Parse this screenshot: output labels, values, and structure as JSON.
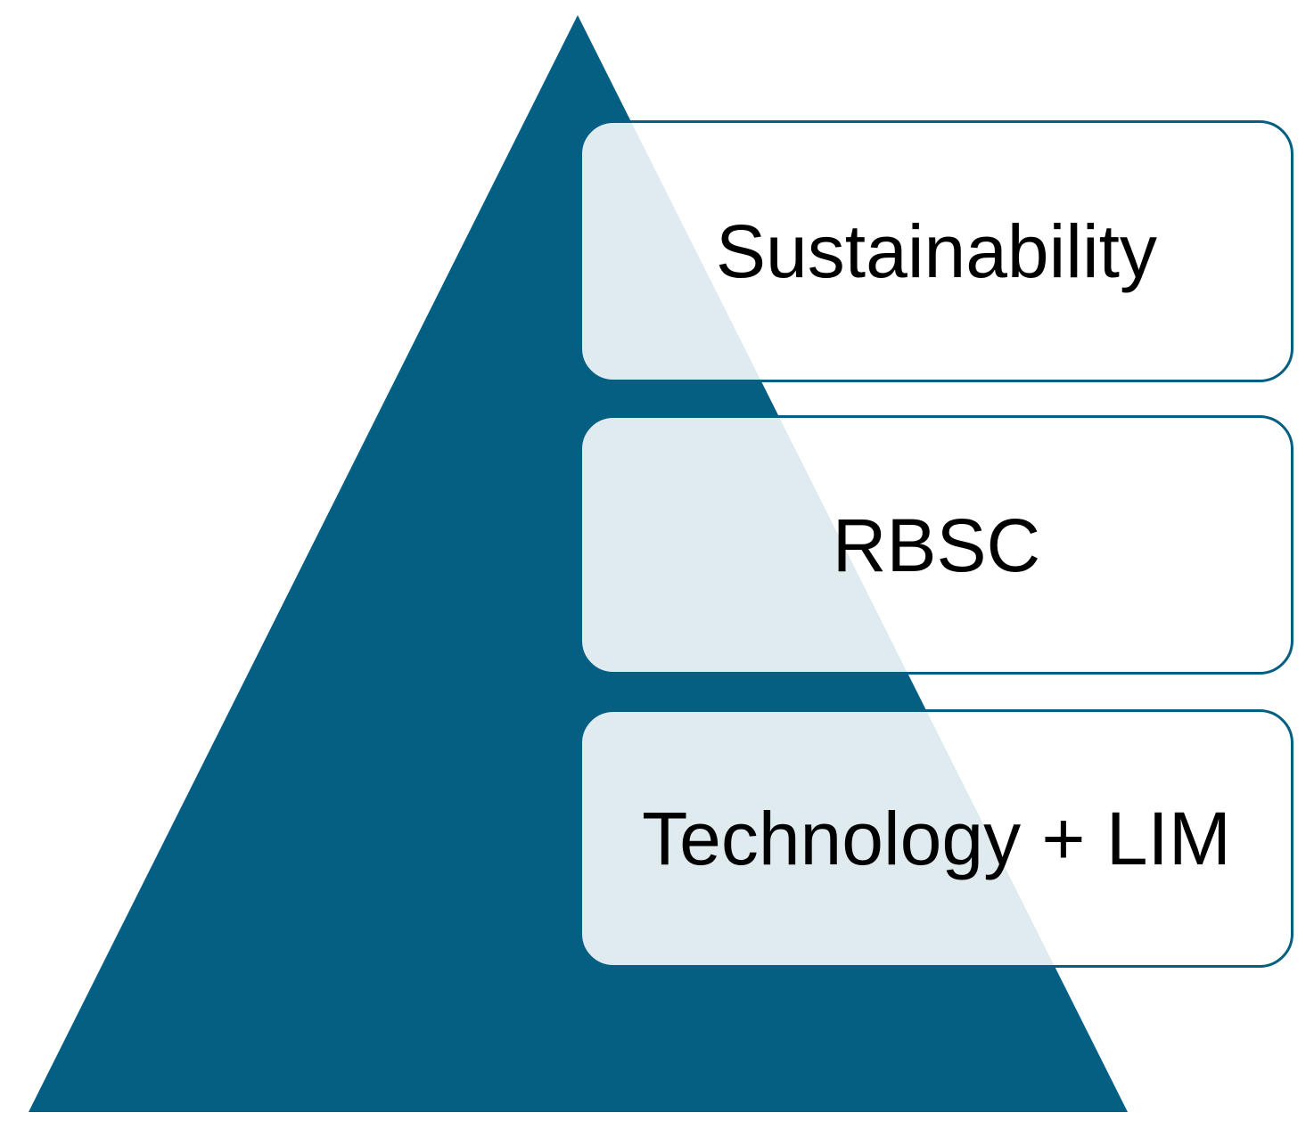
{
  "diagram": {
    "colors": {
      "pyramid": "#055f82",
      "box_border": "#055f82",
      "box_fill": "#ffffff",
      "text": "#000000"
    },
    "levels": [
      {
        "label": "Sustainability"
      },
      {
        "label": "RBSC"
      },
      {
        "label": "Technology + LIM"
      }
    ]
  }
}
